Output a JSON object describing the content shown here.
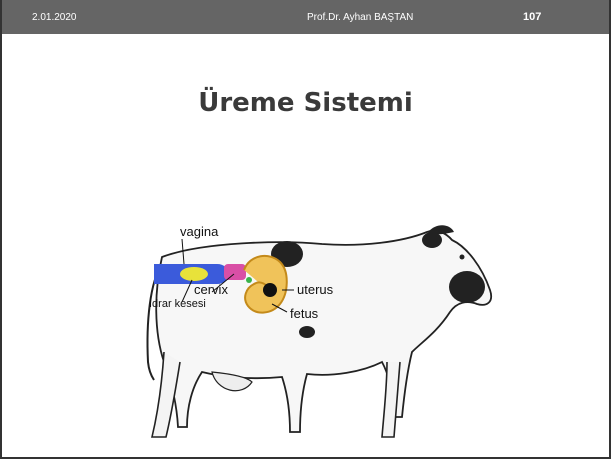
{
  "header": {
    "date": "2.01.2020",
    "author": "Prof.Dr. Ayhan BAŞTAN",
    "page_number": "107"
  },
  "slide": {
    "title": "Üreme Sistemi"
  },
  "figure": {
    "labels": {
      "vagina": "vagina",
      "cervix": "cervix",
      "bladder": "İdrar kesesi",
      "uterus": "uterus",
      "fetus": "fetus"
    },
    "colors": {
      "vagina": "#3b5bdb",
      "cervix": "#d94fa6",
      "uterus": "#e8b23a",
      "bladder": "#e8e23a",
      "fetus": "#111111",
      "spot": "#222222"
    }
  }
}
